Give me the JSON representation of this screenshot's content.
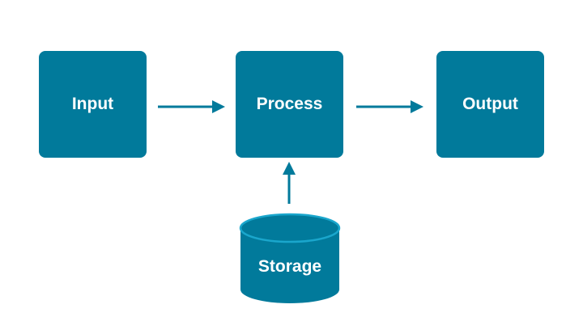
{
  "colors": {
    "node_fill": "#017a9b",
    "node_top_highlight": "#1aa6cc",
    "arrow": "#017a9b",
    "text": "#ffffff",
    "background": "#ffffff"
  },
  "nodes": {
    "input": {
      "label": "Input"
    },
    "process": {
      "label": "Process"
    },
    "output": {
      "label": "Output"
    },
    "storage": {
      "label": "Storage"
    }
  },
  "edges": [
    {
      "from": "input",
      "to": "process"
    },
    {
      "from": "process",
      "to": "output"
    },
    {
      "from": "storage",
      "to": "process"
    }
  ]
}
